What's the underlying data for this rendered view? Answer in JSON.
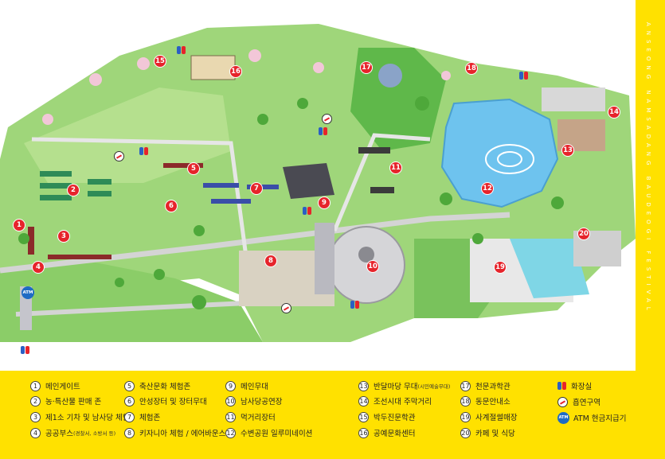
{
  "title": "ANSEONG NAMSADANG BAUDEOGI FESTIVAL",
  "markers": [
    "1",
    "2",
    "3",
    "4",
    "5",
    "6",
    "7",
    "8",
    "9",
    "10",
    "11",
    "12",
    "13",
    "14",
    "15",
    "16",
    "17",
    "18",
    "19",
    "20"
  ],
  "legend": {
    "items": [
      {
        "num": "1",
        "label": "메인게이트",
        "note": ""
      },
      {
        "num": "2",
        "label": "농·특산물 판매 존",
        "note": ""
      },
      {
        "num": "3",
        "label": "제1소 기차 및 남사당 체험",
        "note": ""
      },
      {
        "num": "4",
        "label": "공공부스",
        "note": "(경찰서, 소방서 등)"
      },
      {
        "num": "5",
        "label": "축산문화 체험존",
        "note": ""
      },
      {
        "num": "6",
        "label": "안성장터 및 장터무대",
        "note": ""
      },
      {
        "num": "7",
        "label": "체험존",
        "note": ""
      },
      {
        "num": "8",
        "label": "키자니아 체험 / 에어바운스",
        "note": ""
      },
      {
        "num": "9",
        "label": "메인무대",
        "note": ""
      },
      {
        "num": "10",
        "label": "남사당공연장",
        "note": ""
      },
      {
        "num": "11",
        "label": "먹거리장터",
        "note": ""
      },
      {
        "num": "12",
        "label": "수변공원 일루미네이션",
        "note": ""
      },
      {
        "num": "13",
        "label": "반달마당 무대",
        "note": "(시민예술무대)"
      },
      {
        "num": "14",
        "label": "조선시대 주막거리",
        "note": ""
      },
      {
        "num": "15",
        "label": "박두진문학관",
        "note": ""
      },
      {
        "num": "16",
        "label": "공예문화센터",
        "note": ""
      },
      {
        "num": "17",
        "label": "천문과학관",
        "note": ""
      },
      {
        "num": "18",
        "label": "동문안내소",
        "note": ""
      },
      {
        "num": "19",
        "label": "사계절썰매장",
        "note": ""
      },
      {
        "num": "20",
        "label": "카페 및 식당",
        "note": ""
      }
    ],
    "symbols": [
      {
        "icon": "restroom-icon",
        "label": "화장실"
      },
      {
        "icon": "no-smoking-icon",
        "label": "흡연구역"
      },
      {
        "icon": "atm-icon",
        "label": "ATM 현금지급기",
        "badge": "ATM"
      }
    ]
  },
  "map_labels": {
    "atm": "ATM"
  },
  "colors": {
    "frame": "#ffe100",
    "marker": "#e6242b",
    "grass": "#8fcf6a",
    "water": "#6ec3ee",
    "road": "#d9d9d9"
  }
}
